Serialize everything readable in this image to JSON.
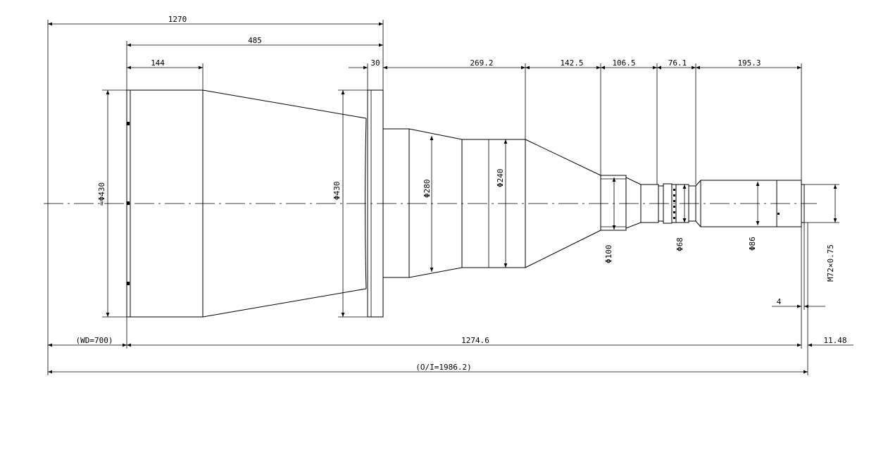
{
  "drawing": {
    "dims_top": {
      "overall_length": "1270",
      "front_section": "485",
      "front_barrel": "144",
      "flange": "30",
      "mid_section": "269.2",
      "taper": "142.5",
      "d100_section": "106.5",
      "d68_section": "76.1",
      "rear_section": "195.3"
    },
    "diameters": {
      "front": "≈Φ430",
      "flange": "Φ430",
      "d280": "Φ280",
      "d240": "Φ240",
      "d100": "Φ100",
      "d68": "Φ68",
      "d86": "Φ86",
      "thread": "M72×0.75"
    },
    "dims_bottom": {
      "wd": "(WD=700)",
      "lens_length": "1274.6",
      "back_focus": "11.48",
      "thread_depth": "4",
      "oi": "(O/I=1986.2)"
    }
  }
}
